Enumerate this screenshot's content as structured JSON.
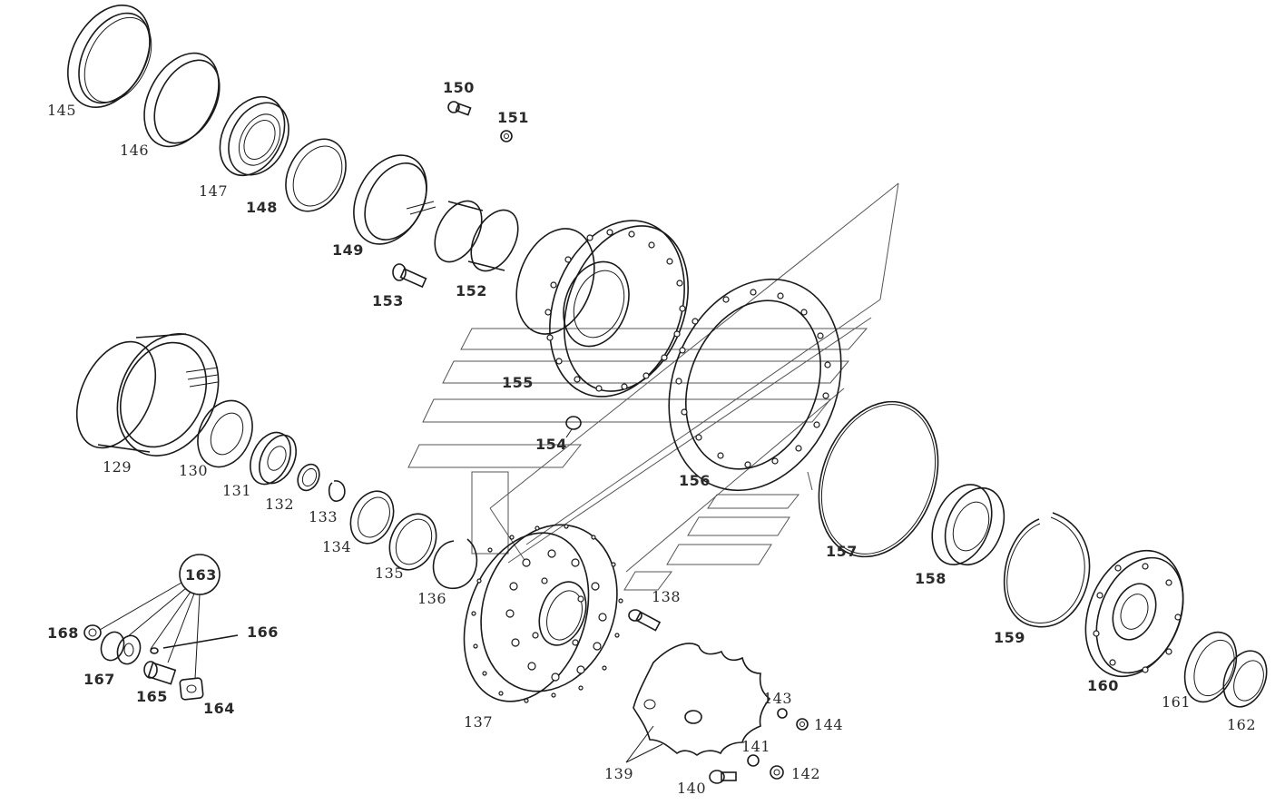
{
  "diagram": {
    "part_labels": {
      "p129": "129",
      "p130": "130",
      "p131": "131",
      "p132": "132",
      "p133": "133",
      "p134": "134",
      "p135": "135",
      "p136": "136",
      "p137": "137",
      "p138": "138",
      "p139": "139",
      "p140": "140",
      "p141": "141",
      "p142": "142",
      "p143": "143",
      "p144": "144",
      "p145": "145",
      "p146": "146",
      "p147": "147",
      "p148": "148",
      "p149": "149",
      "p150": "150",
      "p151": "151",
      "p152": "152",
      "p153": "153",
      "p154": "154",
      "p155": "155",
      "p156": "156",
      "p157": "157",
      "p158": "158",
      "p159": "159",
      "p160": "160",
      "p161": "161",
      "p162": "162",
      "p163": "163",
      "p164": "164",
      "p165": "165",
      "p166": "166",
      "p167": "167",
      "p168": "168"
    }
  }
}
